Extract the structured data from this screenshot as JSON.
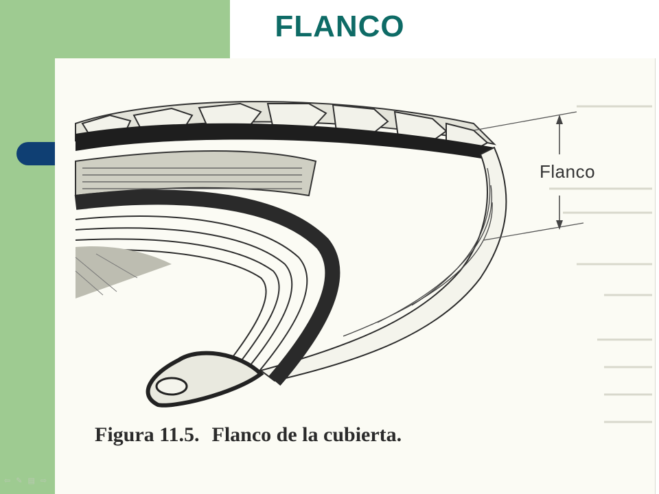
{
  "slide": {
    "title": "FLANCO",
    "colors": {
      "green": "#9ecb91",
      "navy": "#0f3f73",
      "title": "#0e6b66"
    }
  },
  "figure": {
    "dimension_label": "Flanco",
    "caption_number": "Figura 11.5.",
    "caption_text": "Flanco de la cubierta."
  },
  "nav": {
    "icons": [
      "back-arrow-icon",
      "pen-icon",
      "slides-menu-icon",
      "forward-arrow-icon"
    ],
    "glyphs": [
      "⇦",
      "✎",
      "▤",
      "⇨"
    ]
  }
}
